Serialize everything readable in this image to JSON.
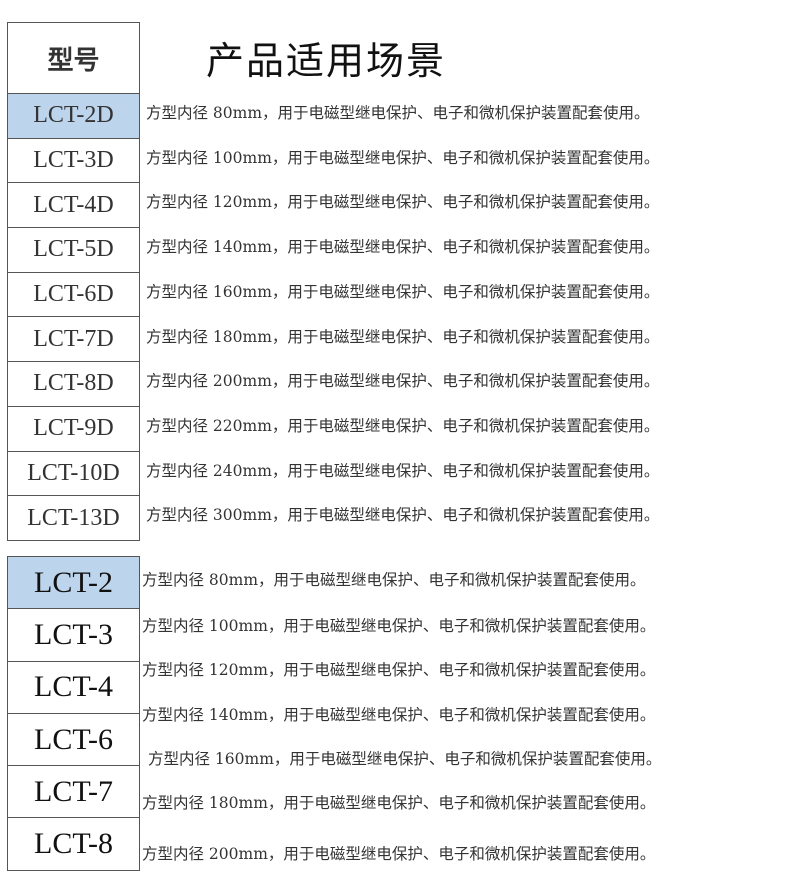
{
  "header": {
    "model_label": "型号",
    "title": "产品适用场景"
  },
  "table1": [
    {
      "model": "LCT-2D",
      "desc": "方型内径 80mm，用于电磁型继电保护、电子和微机保护装置配套使用。"
    },
    {
      "model": "LCT-3D",
      "desc": "方型内径 100mm，用于电磁型继电保护、电子和微机保护装置配套使用。"
    },
    {
      "model": "LCT-4D",
      "desc": "方型内径 120mm，用于电磁型继电保护、电子和微机保护装置配套使用。"
    },
    {
      "model": "LCT-5D",
      "desc": "方型内径 140mm，用于电磁型继电保护、电子和微机保护装置配套使用。"
    },
    {
      "model": "LCT-6D",
      "desc": "方型内径 160mm，用于电磁型继电保护、电子和微机保护装置配套使用。"
    },
    {
      "model": "LCT-7D",
      "desc": "方型内径 180mm，用于电磁型继电保护、电子和微机保护装置配套使用。"
    },
    {
      "model": "LCT-8D",
      "desc": "方型内径 200mm，用于电磁型继电保护、电子和微机保护装置配套使用。"
    },
    {
      "model": "LCT-9D",
      "desc": "方型内径 220mm，用于电磁型继电保护、电子和微机保护装置配套使用。"
    },
    {
      "model": "LCT-10D",
      "desc": "方型内径 240mm，用于电磁型继电保护、电子和微机保护装置配套使用。"
    },
    {
      "model": "LCT-13D",
      "desc": "方型内径 300mm，用于电磁型继电保护、电子和微机保护装置配套使用。"
    }
  ],
  "table2": [
    {
      "model": "LCT-2",
      "desc": "方型内径 80mm，用于电磁型继电保护、电子和微机保护装置配套使用。"
    },
    {
      "model": "LCT-3",
      "desc": "方型内径 100mm，用于电磁型继电保护、电子和微机保护装置配套使用。"
    },
    {
      "model": "LCT-4",
      "desc": "方型内径 120mm，用于电磁型继电保护、电子和微机保护装置配套使用。"
    },
    {
      "model": "LCT-6",
      "desc": "方型内径 140mm，用于电磁型继电保护、电子和微机保护装置配套使用。"
    },
    {
      "model": "LCT-7",
      "desc": "方型内径 160mm，用于电磁型继电保护、电子和微机保护装置配套使用。"
    },
    {
      "model": "LCT-8",
      "desc": "方型内径 180mm，用于电磁型继电保护、电子和微机保护装置配套使用。"
    },
    {
      "model": "",
      "desc": "方型内径 200mm，用于电磁型继电保护、电子和微机保护装置配套使用。"
    }
  ],
  "highlight_color": "#bcd4ec"
}
